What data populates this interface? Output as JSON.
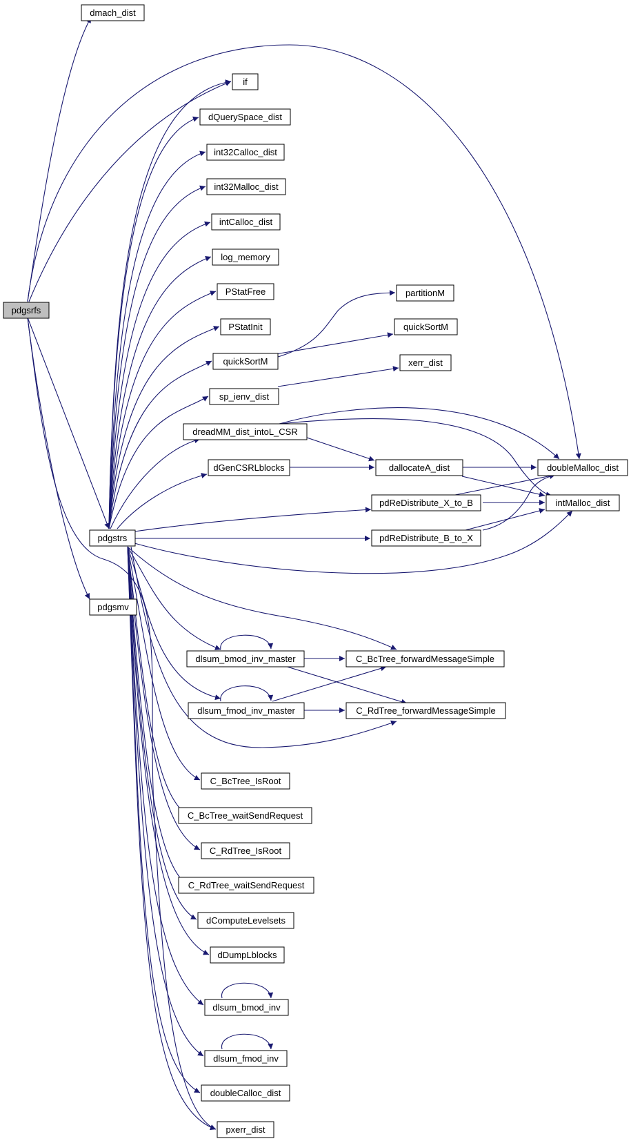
{
  "graph": {
    "edge_color": "#191970",
    "root_fill": "#bfbfbf",
    "nodes": [
      {
        "id": "pdgsrfs",
        "label": "pdgsrfs"
      },
      {
        "id": "dmach_dist",
        "label": "dmach_dist"
      },
      {
        "id": "if",
        "label": "if"
      },
      {
        "id": "dQuerySpace_dist",
        "label": "dQuerySpace_dist"
      },
      {
        "id": "int32Calloc_dist",
        "label": "int32Calloc_dist"
      },
      {
        "id": "int32Malloc_dist",
        "label": "int32Malloc_dist"
      },
      {
        "id": "intCalloc_dist",
        "label": "intCalloc_dist"
      },
      {
        "id": "log_memory",
        "label": "log_memory"
      },
      {
        "id": "PStatFree",
        "label": "PStatFree"
      },
      {
        "id": "PStatInit",
        "label": "PStatInit"
      },
      {
        "id": "quickSortM1",
        "label": "quickSortM"
      },
      {
        "id": "sp_ienv_dist",
        "label": "sp_ienv_dist"
      },
      {
        "id": "dreadMM",
        "label": "dreadMM_dist_intoL_CSR"
      },
      {
        "id": "dGenCSRLblocks",
        "label": "dGenCSRLblocks"
      },
      {
        "id": "partitionM",
        "label": "partitionM"
      },
      {
        "id": "quickSortM2",
        "label": "quickSortM"
      },
      {
        "id": "xerr_dist",
        "label": "xerr_dist"
      },
      {
        "id": "dallocateA_dist",
        "label": "dallocateA_dist"
      },
      {
        "id": "doubleMalloc_dist",
        "label": "doubleMalloc_dist"
      },
      {
        "id": "intMalloc_dist",
        "label": "intMalloc_dist"
      },
      {
        "id": "pdReDistribute_X_to_B",
        "label": "pdReDistribute_X_to_B"
      },
      {
        "id": "pdReDistribute_B_to_X",
        "label": "pdReDistribute_B_to_X"
      },
      {
        "id": "pdgstrs",
        "label": "pdgstrs"
      },
      {
        "id": "pdgsmv",
        "label": "pdgsmv"
      },
      {
        "id": "dlsum_bmod_inv_master",
        "label": "dlsum_bmod_inv_master"
      },
      {
        "id": "dlsum_fmod_inv_master",
        "label": "dlsum_fmod_inv_master"
      },
      {
        "id": "C_BcTree_forwardMessageSimple",
        "label": "C_BcTree_forwardMessageSimple"
      },
      {
        "id": "C_RdTree_forwardMessageSimple",
        "label": "C_RdTree_forwardMessageSimple"
      },
      {
        "id": "C_BcTree_IsRoot",
        "label": "C_BcTree_IsRoot"
      },
      {
        "id": "C_BcTree_waitSendRequest",
        "label": "C_BcTree_waitSendRequest"
      },
      {
        "id": "C_RdTree_IsRoot",
        "label": "C_RdTree_IsRoot"
      },
      {
        "id": "C_RdTree_waitSendRequest",
        "label": "C_RdTree_waitSendRequest"
      },
      {
        "id": "dComputeLevelsets",
        "label": "dComputeLevelsets"
      },
      {
        "id": "dDumpLblocks",
        "label": "dDumpLblocks"
      },
      {
        "id": "dlsum_bmod_inv",
        "label": "dlsum_bmod_inv"
      },
      {
        "id": "dlsum_fmod_inv",
        "label": "dlsum_fmod_inv"
      },
      {
        "id": "doubleCalloc_dist",
        "label": "doubleCalloc_dist"
      },
      {
        "id": "pxerr_dist",
        "label": "pxerr_dist"
      }
    ]
  }
}
